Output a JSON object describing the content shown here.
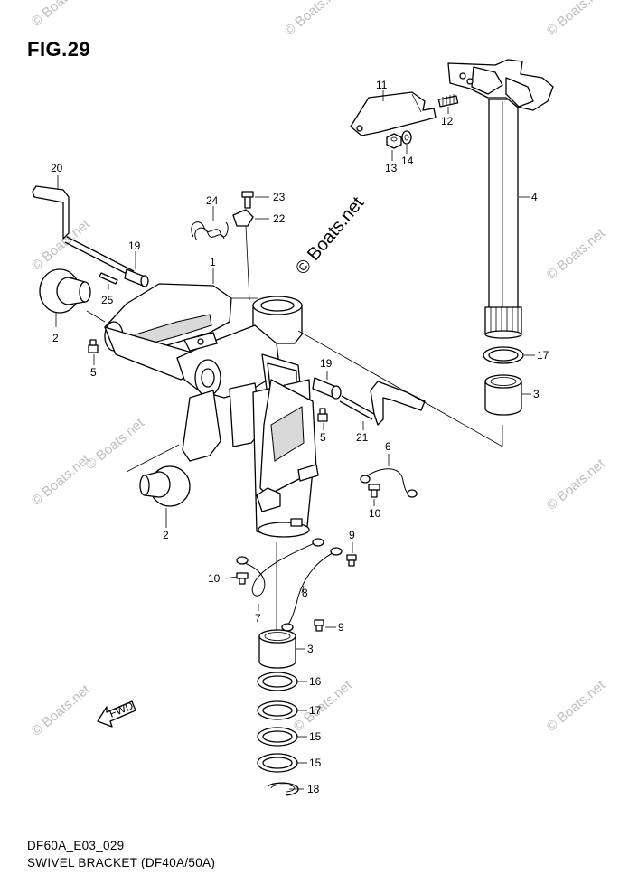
{
  "figure_title": "FIG.29",
  "footer": {
    "code": "DF60A_E03_029",
    "description": "SWIVEL BRACKET (DF40A/50A)"
  },
  "watermark": "© Boats.net",
  "direction_label": "FWD",
  "callouts": [
    {
      "id": "c1",
      "label": "1"
    },
    {
      "id": "c2a",
      "label": "2"
    },
    {
      "id": "c2b",
      "label": "2"
    },
    {
      "id": "c3a",
      "label": "3"
    },
    {
      "id": "c3b",
      "label": "3"
    },
    {
      "id": "c4",
      "label": "4"
    },
    {
      "id": "c5a",
      "label": "5"
    },
    {
      "id": "c5b",
      "label": "5"
    },
    {
      "id": "c6",
      "label": "6"
    },
    {
      "id": "c7",
      "label": "7"
    },
    {
      "id": "c8",
      "label": "8"
    },
    {
      "id": "c9a",
      "label": "9"
    },
    {
      "id": "c9b",
      "label": "9"
    },
    {
      "id": "c10a",
      "label": "10"
    },
    {
      "id": "c10b",
      "label": "10"
    },
    {
      "id": "c11",
      "label": "11"
    },
    {
      "id": "c12",
      "label": "12"
    },
    {
      "id": "c13",
      "label": "13"
    },
    {
      "id": "c14",
      "label": "14"
    },
    {
      "id": "c15a",
      "label": "15"
    },
    {
      "id": "c15b",
      "label": "15"
    },
    {
      "id": "c16",
      "label": "16"
    },
    {
      "id": "c17a",
      "label": "17"
    },
    {
      "id": "c17b",
      "label": "17"
    },
    {
      "id": "c18",
      "label": "18"
    },
    {
      "id": "c19a",
      "label": "19"
    },
    {
      "id": "c19b",
      "label": "19"
    },
    {
      "id": "c20",
      "label": "20"
    },
    {
      "id": "c21",
      "label": "21"
    },
    {
      "id": "c22",
      "label": "22"
    },
    {
      "id": "c23",
      "label": "23"
    },
    {
      "id": "c24",
      "label": "24"
    },
    {
      "id": "c25",
      "label": "25"
    }
  ]
}
